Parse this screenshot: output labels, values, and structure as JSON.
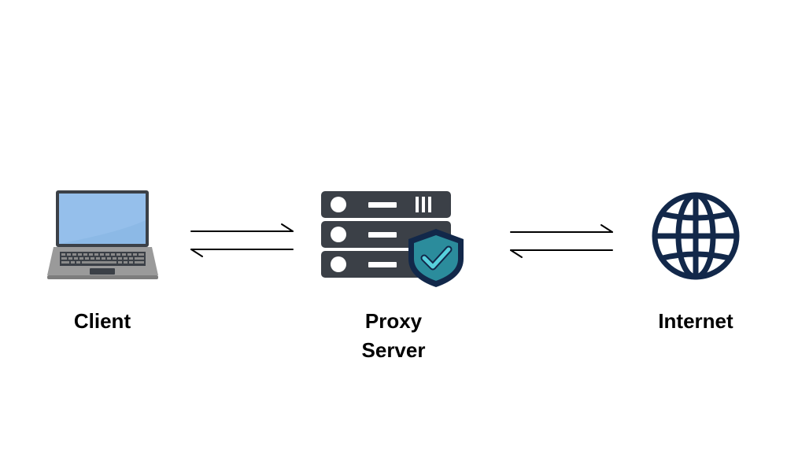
{
  "diagram": {
    "nodes": [
      {
        "id": "client",
        "label_lines": [
          "Client"
        ],
        "icon": "laptop-icon"
      },
      {
        "id": "proxy",
        "label_lines": [
          "Proxy",
          "Server"
        ],
        "icon": "server-rack-shield-icon"
      },
      {
        "id": "internet",
        "label_lines": [
          "Internet"
        ],
        "icon": "globe-icon"
      }
    ],
    "connections": [
      {
        "from": "client",
        "to": "proxy",
        "direction": "bidirectional"
      },
      {
        "from": "proxy",
        "to": "internet",
        "direction": "bidirectional"
      }
    ]
  },
  "colors": {
    "background": "#ffffff",
    "label_text": "#000000",
    "arrow": "#000000",
    "laptop_body": "#9a9a9a",
    "laptop_screen": "#8cb9e6",
    "laptop_bezel": "#3b4047",
    "server_unit": "#3b4047",
    "server_detail": "#ffffff",
    "shield_outer": "#12284a",
    "shield_inner": "#2b8c9c",
    "shield_check": "#57d0dc",
    "globe": "#12284a"
  }
}
